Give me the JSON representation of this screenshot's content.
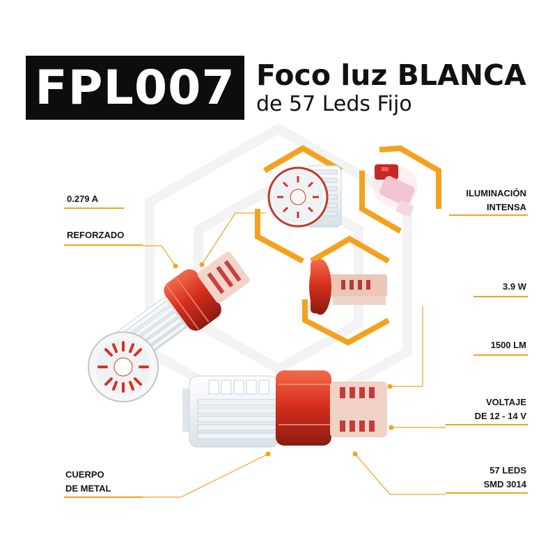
{
  "header": {
    "product_code": "FPL007",
    "title_line1": "Foco luz BLANCA",
    "title_line2": "de 57 Leds Fijo"
  },
  "specs": {
    "current": "0.279 A",
    "reinforced": "REFORZADO",
    "illumination_l1": "ILUMINACIÓN",
    "illumination_l2": "INTENSA",
    "power": "3.9 W",
    "lumens": "1500 LM",
    "voltage_l1": "VOLTAJE",
    "voltage_l2": "DE 12 - 14 V",
    "body_l1": "CUERPO",
    "body_l2": "DE METAL",
    "leds_l1": "57 LEDS",
    "leds_l2": "SMD 3014"
  },
  "colors": {
    "accent": "#f4a21e",
    "dark": "#0d0d0d",
    "bulb_red": "#d8301e"
  },
  "images": [
    "bulb-top-view",
    "bulb-side-lit",
    "bulb-base-view",
    "bulb-side-angled",
    "bulb-side-horizontal"
  ]
}
